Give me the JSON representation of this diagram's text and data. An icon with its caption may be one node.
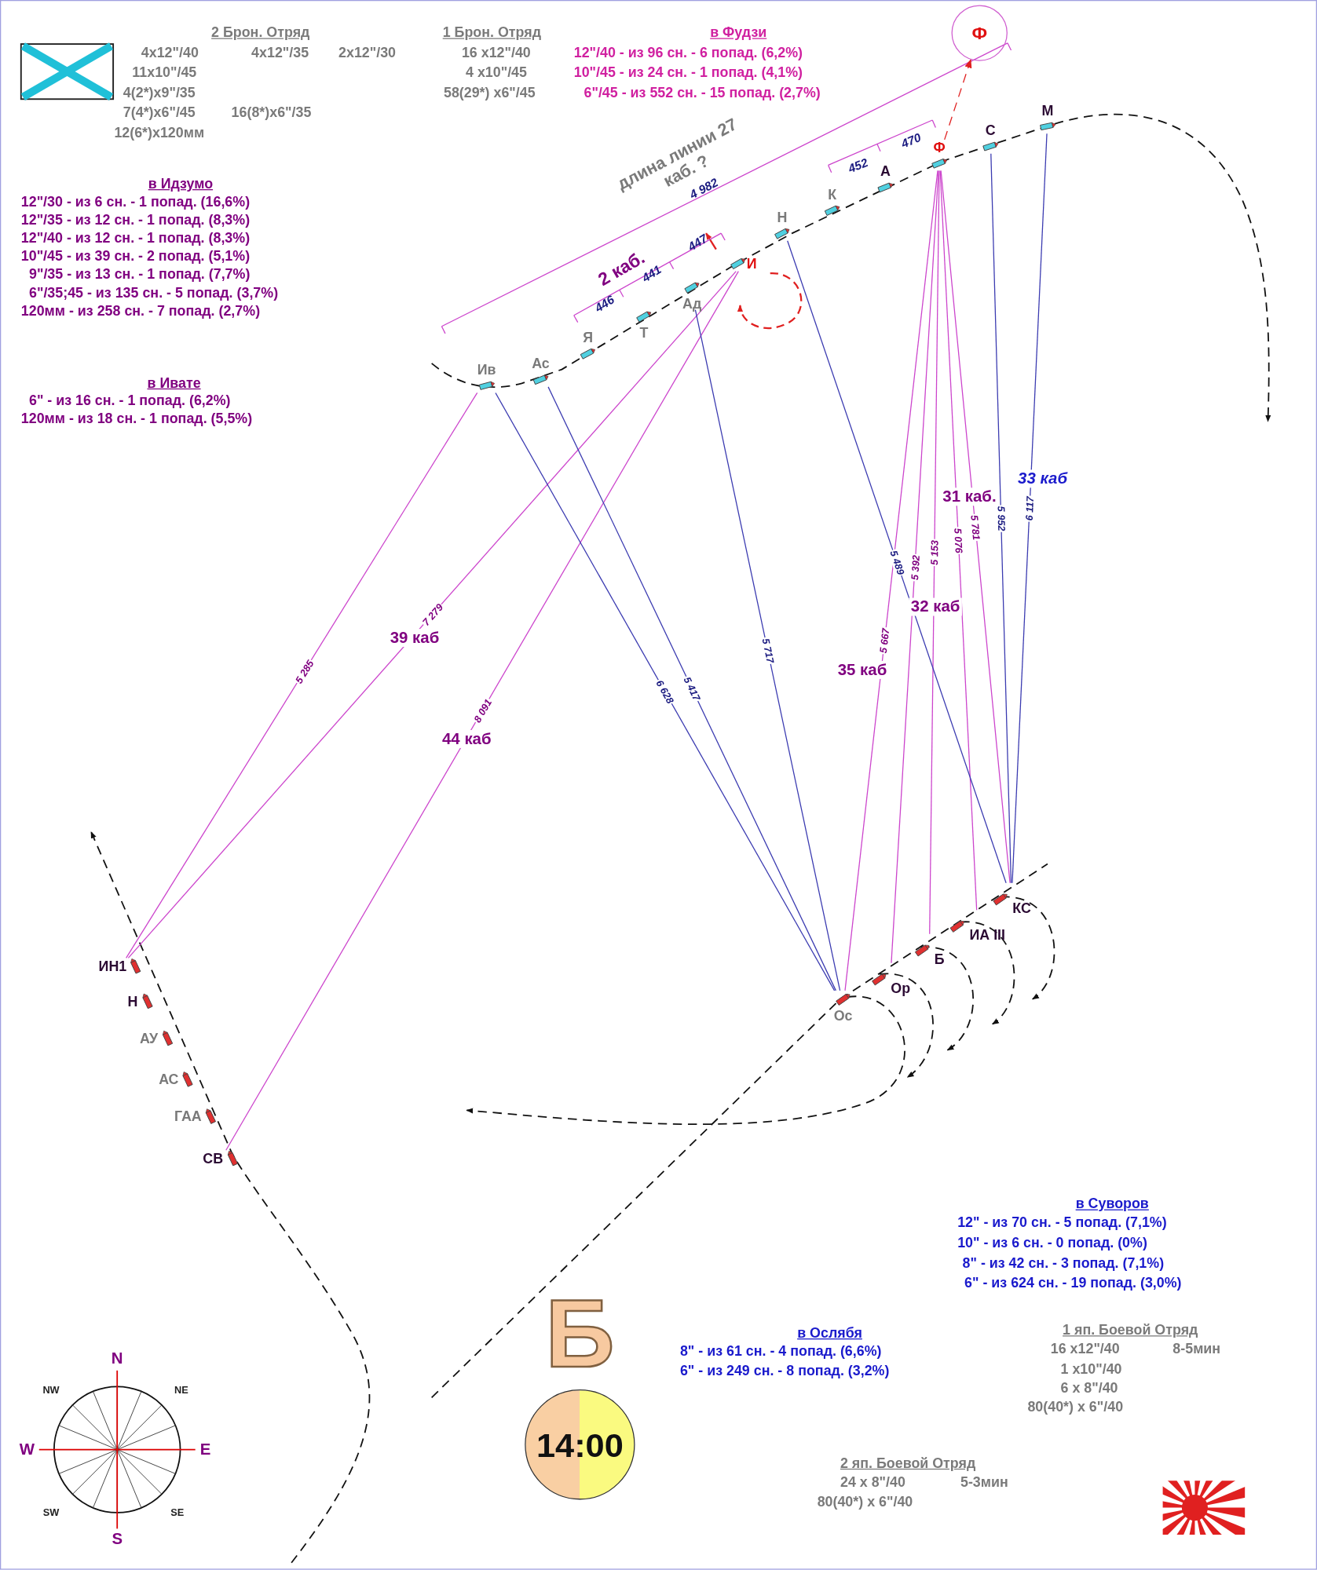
{
  "diagram": {
    "nodes": [
      {
        "text": [
          "Ив"
        ]
      },
      {
        "text": [
          "Ас"
        ]
      },
      {
        "text": [
          "Я"
        ]
      },
      {
        "text": [
          "Т"
        ]
      },
      {
        "text": [
          "Ад"
        ]
      },
      {
        "text": [
          "И"
        ]
      },
      {
        "text": [
          "Н"
        ]
      },
      {
        "text": [
          "К"
        ]
      },
      {
        "text": [
          "А"
        ]
      },
      {
        "text": [
          "Ф"
        ]
      },
      {
        "text": [
          "С"
        ]
      },
      {
        "text": [
          "М"
        ]
      },
      {
        "text": [
          "Ф"
        ]
      },
      {
        "text": [
          "КС"
        ]
      },
      {
        "text": [
          "ИА III"
        ]
      },
      {
        "text": [
          "Б"
        ]
      },
      {
        "text": [
          "Ор"
        ]
      },
      {
        "text": [
          "Ос"
        ]
      },
      {
        "text": [
          "ИН1"
        ]
      },
      {
        "text": [
          "Н"
        ]
      },
      {
        "text": [
          "АУ"
        ]
      },
      {
        "text": [
          "АС"
        ]
      },
      {
        "text": [
          "ГАА"
        ]
      },
      {
        "text": [
          "СВ"
        ]
      },
      {
        "text": [
          "14:00"
        ],
        "beside": [
          "Б"
        ]
      }
    ],
    "edges": [
      {
        "from": 18,
        "to": 0,
        "arrow": "none",
        "label": "5 285"
      },
      {
        "from": 18,
        "to": 5,
        "arrow": "none",
        "label": "7 279"
      },
      {
        "from": 23,
        "to": 5,
        "arrow": "none",
        "label": "8 091"
      },
      {
        "from": 17,
        "to": 0,
        "arrow": "none",
        "label": "6 628",
        "color": "#3a3ab0"
      },
      {
        "from": 17,
        "to": 1,
        "arrow": "none",
        "label": "5 417",
        "color": "#3a3ab0"
      },
      {
        "from": 17,
        "to": 4,
        "arrow": "none",
        "label": "5 717",
        "color": "#3a3ab0"
      },
      {
        "from": 17,
        "to": 9,
        "arrow": "none",
        "label": "5 667"
      },
      {
        "from": 16,
        "to": 9,
        "arrow": "none",
        "label": "5 392"
      },
      {
        "from": 15,
        "to": 9,
        "arrow": "none",
        "label": "5 153"
      },
      {
        "from": 14,
        "to": 9,
        "arrow": "none",
        "label": "5 076"
      },
      {
        "from": 13,
        "to": 9,
        "arrow": "none",
        "label": "5 781"
      },
      {
        "from": 13,
        "to": 6,
        "arrow": "none",
        "label": "5 489",
        "color": "#3a3ab0"
      },
      {
        "from": 13,
        "to": 10,
        "arrow": "none",
        "label": "5 952",
        "color": "#3a3ab0"
      },
      {
        "from": 13,
        "to": 11,
        "arrow": "none",
        "label": "6 117",
        "color": "#3a3ab0"
      },
      {
        "from": 9,
        "to": 12,
        "arrow": "to",
        "style": "dashed",
        "color": "#e02020"
      }
    ],
    "labels": [
      "2 Брон. Отряд",
      "4x12\"/40",
      "4x12\"/35",
      "2x12\"/30",
      "11x10\"/45",
      "4(2*)x9\"/35",
      "7(4*)x6\"/45",
      "16(8*)x6\"/35",
      "12(6*)x120мм",
      "1 Брон. Отряд",
      "16 x12\"/40",
      "4 x10\"/45",
      "58(29*) x6\"/45",
      "в Фудзи",
      "12\"/40 - из 96 сн. - 6 попад. (6,2%)",
      "10\"/45 - из 24 сн. - 1 попад. (4,1%)",
      "6\"/45 - из 552 сн. - 15 попад. (2,7%)",
      "в Идзумо",
      "12\"/30 - из 6 сн. - 1 попад. (16,6%)",
      "12\"/35 - из 12 сн. - 1 попад. (8,3%)",
      "12\"/40 - из 12 сн. - 1 попад. (8,3%)",
      "10\"/45 - из 39 сн. - 2 попад. (5,1%)",
      "9\"/35 - из 13 сн. - 1 попад. (7,7%)",
      "6\"/35;45 - из 135 сн. - 5 попад. (3,7%)",
      "120мм - из 258 сн. - 7 попад. (2,7%)",
      "в Ивате",
      "6\" - из 16 сн. - 1 попад. (6,2%)",
      "120мм - из 18 сн. - 1 попад. (5,5%)",
      "длина линии 27 каб. ?",
      "4 982",
      "2 каб.",
      "446",
      "441",
      "447",
      "452",
      "470",
      "31 каб.",
      "33 каб",
      "32 каб",
      "35 каб",
      "39 каб",
      "44 каб",
      "в Суворов",
      "12\" - из 70 сн. - 5 попад. (7,1%)",
      "10\" - из 6 сн. - 0 попад. (0%)",
      "8\" - из 42 сн. - 3 попад. (7,1%)",
      "6\" - из 624 сн. - 19 попад. (3,0%)",
      "в Ослябя",
      "8\" - из 61 сн. - 4 попад. (6,6%)",
      "6\" - из 249 сн. - 8 попад. (3,2%)",
      "1 яп. Боевой Отряд",
      "16 x12\"/40",
      "8-5мин",
      "1 x10\"/40",
      "6 x 8\"/40",
      "80(40*) x 6\"/40",
      "2 яп. Боевой Отряд",
      "24 x 8\"/40",
      "5-3мин",
      "80(40*) x 6\"/40",
      "N",
      "NW",
      "NE",
      "W",
      "E",
      "SW",
      "SE",
      "S"
    ]
  }
}
